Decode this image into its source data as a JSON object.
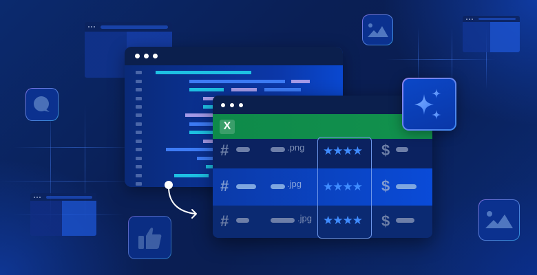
{
  "illustration": {
    "description": "Code-to-spreadsheet data conversion illustration",
    "colors": {
      "background": "#0a1f55",
      "accent_cyan": "#1ec0e3",
      "accent_blue": "#3d7bf5",
      "accent_purple": "#a59be8",
      "spreadsheet_header": "#12914d",
      "star": "#3f8cff"
    }
  },
  "code_window": {
    "title_dots": 3
  },
  "spreadsheet_window": {
    "title_dots": 3,
    "header_badge": "X",
    "rows": [
      {
        "id_symbol": "#",
        "file_ext": ".png",
        "rating": "★★★★",
        "price_symbol": "$"
      },
      {
        "id_symbol": "#",
        "file_ext": ".jpg",
        "rating": "★★★★",
        "price_symbol": "$"
      },
      {
        "id_symbol": "#",
        "file_ext": ".jpg",
        "rating": "★★★★",
        "price_symbol": "$"
      }
    ]
  },
  "icons": {
    "ai_tile": "sparkles-icon",
    "chat_tile": "chat-bubble-icon",
    "image_tile_top": "image-icon",
    "image_tile_bottom": "image-icon",
    "like_tile": "thumbs-up-icon",
    "connector": "curved-arrow-icon"
  }
}
